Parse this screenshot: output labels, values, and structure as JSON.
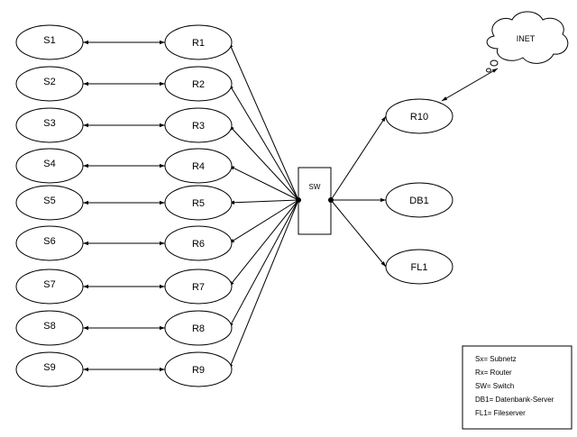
{
  "diagram": {
    "subnets": [
      "S1",
      "S2",
      "S3",
      "S4",
      "S5",
      "S6",
      "S7",
      "S8",
      "S9"
    ],
    "routers": [
      "R1",
      "R2",
      "R3",
      "R4",
      "R5",
      "R6",
      "R7",
      "R8",
      "R9"
    ],
    "switch_label": "SW",
    "right_nodes": [
      "R10",
      "DB1",
      "FL1"
    ],
    "cloud_label": "INET",
    "legend": [
      "Sx= Subnetz",
      "Rx= Router",
      "SW= Switch",
      "DB1= Datenbank-Server",
      "FL1= Fileserver"
    ]
  }
}
